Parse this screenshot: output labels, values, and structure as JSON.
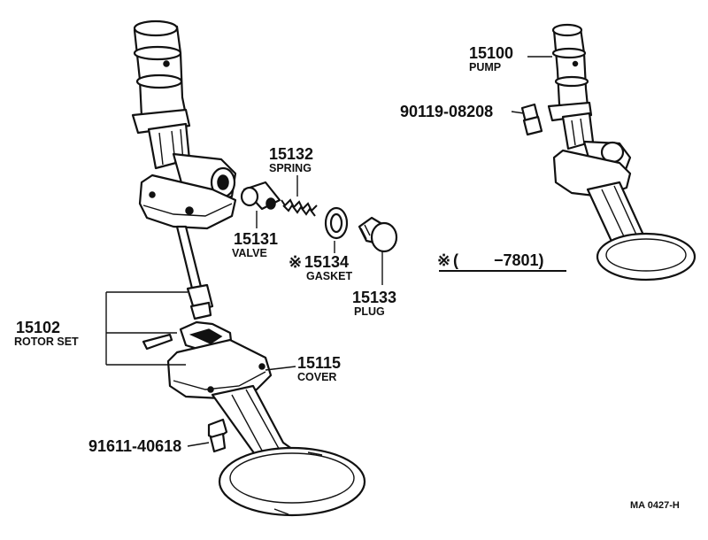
{
  "parts": {
    "pump": {
      "number": "15100",
      "name": "PUMP"
    },
    "bolt_pump": {
      "number": "90119-08208"
    },
    "spring": {
      "number": "15132",
      "name": "SPRING"
    },
    "valve": {
      "number": "15131",
      "name": "VALVE"
    },
    "gasket": {
      "number": "15134",
      "name": "GASKET",
      "mark": "※"
    },
    "plug": {
      "number": "15133",
      "name": "PLUG"
    },
    "rotor_set": {
      "number": "15102",
      "name": "ROTOR SET"
    },
    "cover": {
      "number": "15115",
      "name": "COVER"
    },
    "bolt_cover": {
      "number": "91611-40618"
    }
  },
  "footnote": {
    "mark": "※",
    "text": "(        −7801)"
  },
  "reference": "MA 0427-H"
}
